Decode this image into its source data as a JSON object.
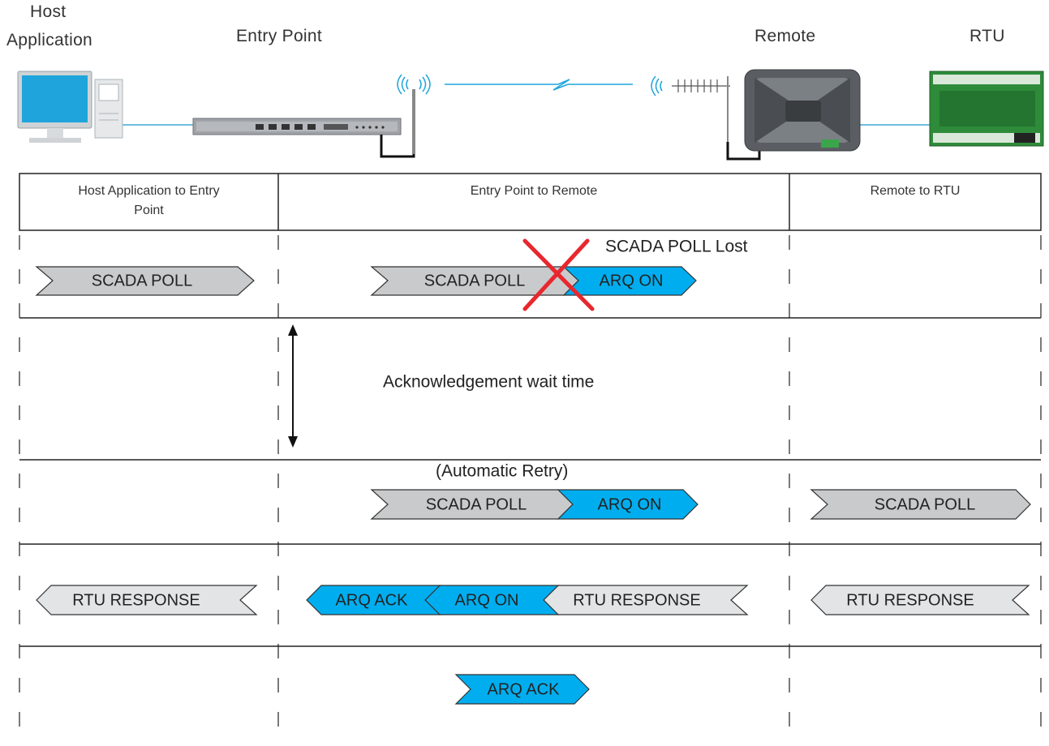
{
  "devices": {
    "host_label_line1": "Host",
    "host_label_line2": "Application",
    "entry_label": "Entry Point",
    "remote_label": "Remote",
    "rtu_label": "RTU"
  },
  "columns": {
    "host_to_entry_line1": "Host Application to Entry",
    "host_to_entry_line2": "Point",
    "entry_to_remote": "Entry Point to Remote",
    "remote_to_rtu": "Remote to RTU"
  },
  "rows": {
    "row1": {
      "host_packet": "SCADA POLL",
      "entry_packet": "SCADA POLL",
      "entry_arq": "ARQ ON",
      "lost_note": "SCADA POLL Lost"
    },
    "row2": {
      "wait_note": "Acknowledgement wait time"
    },
    "row3": {
      "retry_note": "(Automatic Retry)",
      "entry_packet": "SCADA POLL",
      "entry_arq": "ARQ ON",
      "rtu_packet": "SCADA POLL"
    },
    "row4": {
      "host_packet": "RTU RESPONSE",
      "entry_ack": "ARQ ACK",
      "entry_arq": "ARQ ON",
      "entry_response": "RTU RESPONSE",
      "rtu_packet": "RTU RESPONSE"
    },
    "row5": {
      "entry_ack": "ARQ ACK"
    }
  },
  "colors": {
    "packet_grey": "#c9cacb",
    "packet_light_grey": "#e3e4e5",
    "arq_blue": "#00aeef",
    "lost_cross": "#e8272e",
    "link_line": "#3fa9d6"
  }
}
